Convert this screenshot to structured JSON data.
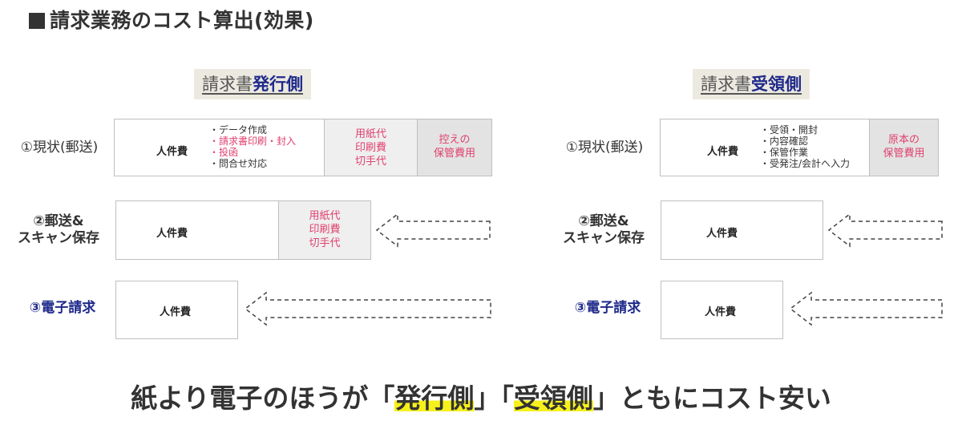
{
  "title": "請求業務のコスト算出(効果)",
  "issuer": {
    "heading_pre": "請求書",
    "heading_em": "発行側",
    "row1": {
      "label": "①現状(郵送)",
      "labor": "人件費",
      "items": [
        "・データ作成",
        "・請求書印刷・封入",
        "・投函",
        "・問合せ対応"
      ],
      "paper": [
        "用紙代",
        "印刷費",
        "切手代"
      ],
      "storage": [
        "控えの",
        "保管費用"
      ]
    },
    "row2": {
      "label": [
        "②郵送&",
        "スキャン保存"
      ],
      "labor": "人件費",
      "paper": [
        "用紙代",
        "印刷費",
        "切手代"
      ]
    },
    "row3": {
      "label": "③電子請求",
      "labor": "人件費"
    }
  },
  "receiver": {
    "heading_pre": "請求書",
    "heading_em": "受領側",
    "row1": {
      "label": "①現状(郵送)",
      "labor": "人件費",
      "items": [
        "・受領・開封",
        "・内容確認",
        "・保管作業",
        "・受発注/会計へ入力"
      ],
      "storage": [
        "原本の",
        "保管費用"
      ]
    },
    "row2": {
      "label": [
        "②郵送&",
        "スキャン保存"
      ],
      "labor": "人件費"
    },
    "row3": {
      "label": "③電子請求",
      "labor": "人件費"
    }
  },
  "conclusion": {
    "part1": "紙より電子のほうが「",
    "em1": "発行側",
    "part2": "」「",
    "em2": "受領側",
    "part3": "」ともにコスト安い"
  },
  "colors": {
    "accent_blue": "#1f2a8a",
    "accent_pink": "#e0406f",
    "highlight": "#f6f01c",
    "gray_fill": "#efefef",
    "heading_bg": "#ece9e0"
  }
}
